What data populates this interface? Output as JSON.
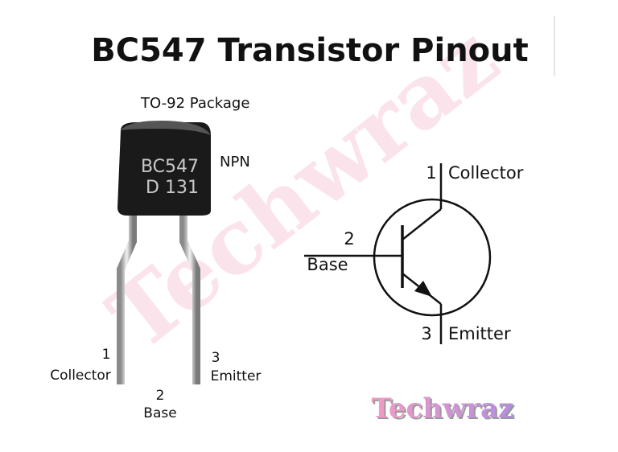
{
  "title": "BC547 Transistor Pinout",
  "package": {
    "label": "TO-92 Package",
    "marking_line1": "BC547",
    "marking_line2": "D 131",
    "type_label": "NPN",
    "pins": [
      {
        "number": "1",
        "name": "Collector"
      },
      {
        "number": "2",
        "name": "Base"
      },
      {
        "number": "3",
        "name": "Emitter"
      }
    ]
  },
  "symbol": {
    "collector": {
      "number": "1",
      "name": "Collector"
    },
    "base": {
      "number": "2",
      "name": "Base"
    },
    "emitter": {
      "number": "3",
      "name": "Emitter"
    }
  },
  "logo": "Techwraz",
  "watermark": "Techwraz",
  "colors": {
    "body": "#1a1a1a",
    "marking": "#c8c8c8",
    "logo_start": "#f29cc4",
    "logo_end": "#b48ee0",
    "watermark": "#fbe3ec"
  }
}
